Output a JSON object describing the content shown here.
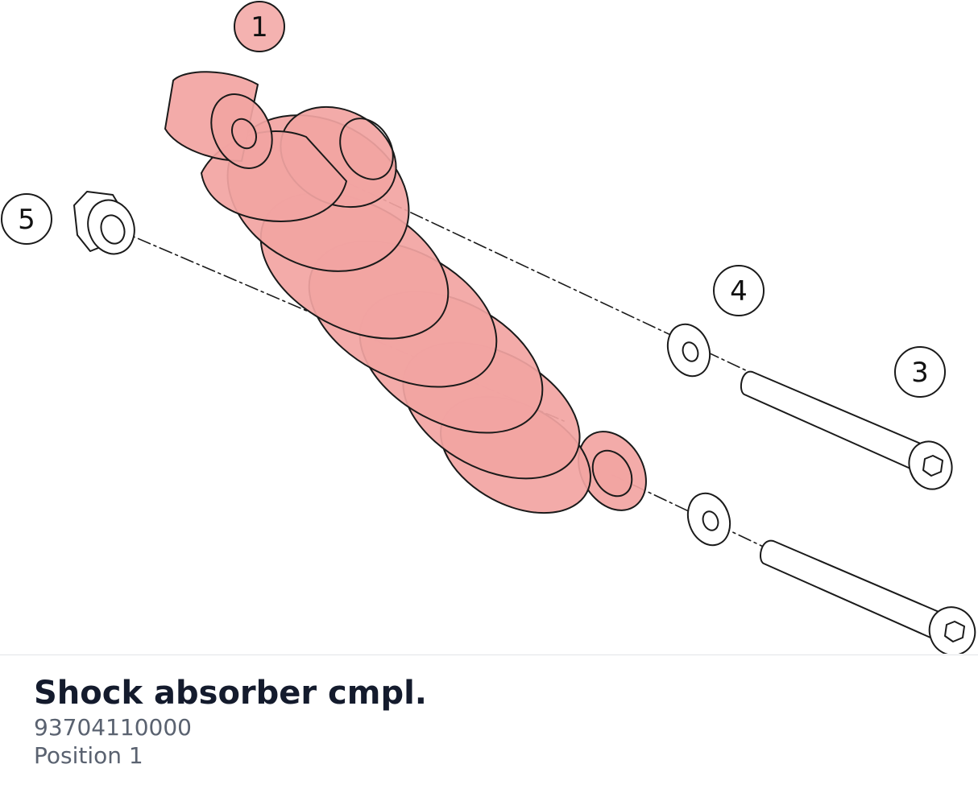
{
  "diagram": {
    "highlight_color": "#f2a4a2",
    "line_color": "#1a1a1a",
    "callouts": [
      {
        "id": "1",
        "label": "1",
        "highlighted": true
      },
      {
        "id": "3",
        "label": "3",
        "highlighted": false
      },
      {
        "id": "4",
        "label": "4",
        "highlighted": false
      },
      {
        "id": "5",
        "label": "5",
        "highlighted": false
      }
    ]
  },
  "part": {
    "name": "Shock absorber cmpl.",
    "number": "93704110000",
    "position": "Position 1"
  }
}
